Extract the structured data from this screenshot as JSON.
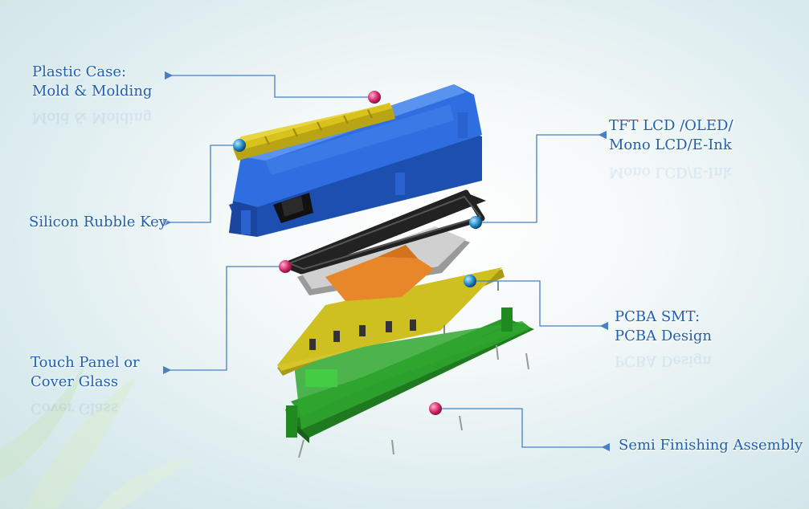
{
  "labels": {
    "plastic_case": [
      "Plastic Case:",
      "Mold & Molding"
    ],
    "display": [
      "TFT LCD /OLED/",
      "Mono LCD/E-Ink"
    ],
    "silicon_key": "Silicon Rubble Key",
    "pcba": [
      "PCBA SMT:",
      "PCBA Design"
    ],
    "touch_panel": [
      "Touch Panel or",
      "Cover Glass"
    ],
    "semi_finishing": "Semi Finishing Assembly"
  },
  "colors": {
    "label_text": "#1f5fb0",
    "leader_line": "#4a7fc0",
    "case_blue": "#2f6ee0",
    "keypad_yellow": "#d9c21c",
    "bezel_black": "#2a2a2a",
    "lcd_gray": "#b8b8b8",
    "flex_orange": "#e8872a",
    "pcb_yellow": "#cfc021",
    "pcb_green": "#2a9a2a",
    "marker_pink": "#d4286a",
    "marker_blue": "#1e88c8"
  }
}
